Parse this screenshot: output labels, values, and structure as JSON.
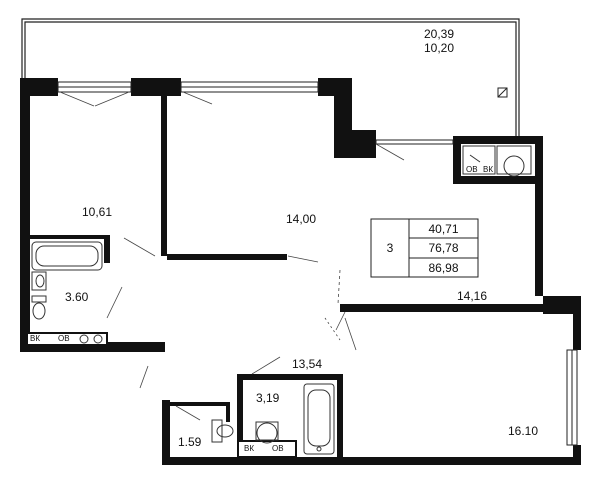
{
  "balcony": {
    "area_1": "20,39",
    "area_2": "10,20"
  },
  "rooms": {
    "bedroom_left": "10,61",
    "bedroom_middle": "14,00",
    "living_room": "14,16",
    "bathroom_left": "3.60",
    "hallway": "13,54",
    "bathroom_small": "3,19",
    "toilet": "1.59",
    "bedroom_right": "16.10"
  },
  "summary": {
    "rooms_count": "3",
    "living_area": "40,71",
    "total_area": "76,78",
    "total_with_balcony": "86,98"
  },
  "risers": {
    "left_vk": "ВК",
    "left_ov": "ОВ",
    "bottom_vk": "ВК",
    "bottom_ov": "ОВ",
    "top_ov": "ОВ",
    "top_vk": "ВК"
  }
}
